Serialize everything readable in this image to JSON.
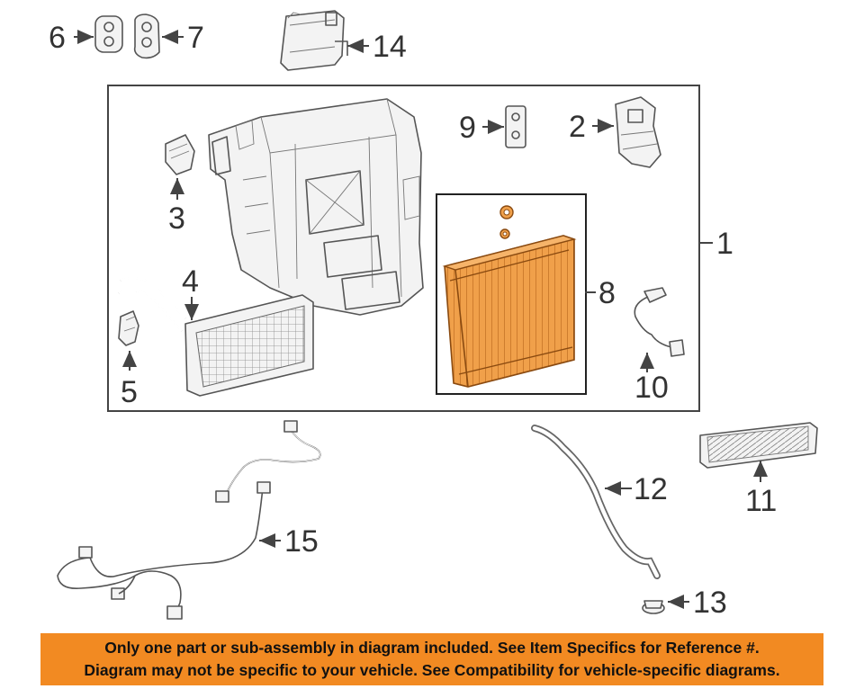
{
  "callouts": {
    "c1": "1",
    "c2": "2",
    "c3": "3",
    "c4": "4",
    "c5": "5",
    "c6": "6",
    "c7": "7",
    "c8": "8",
    "c9": "9",
    "c10": "10",
    "c11": "11",
    "c12": "12",
    "c13": "13",
    "c14": "14",
    "c15": "15"
  },
  "highlight_color": "#f28a22",
  "banner": {
    "line1": "Only one part or sub-assembly in diagram included. See Item Specifics for Reference #.",
    "line2": "Diagram may not be specific to your vehicle. See Compatibility for vehicle-specific diagrams."
  }
}
